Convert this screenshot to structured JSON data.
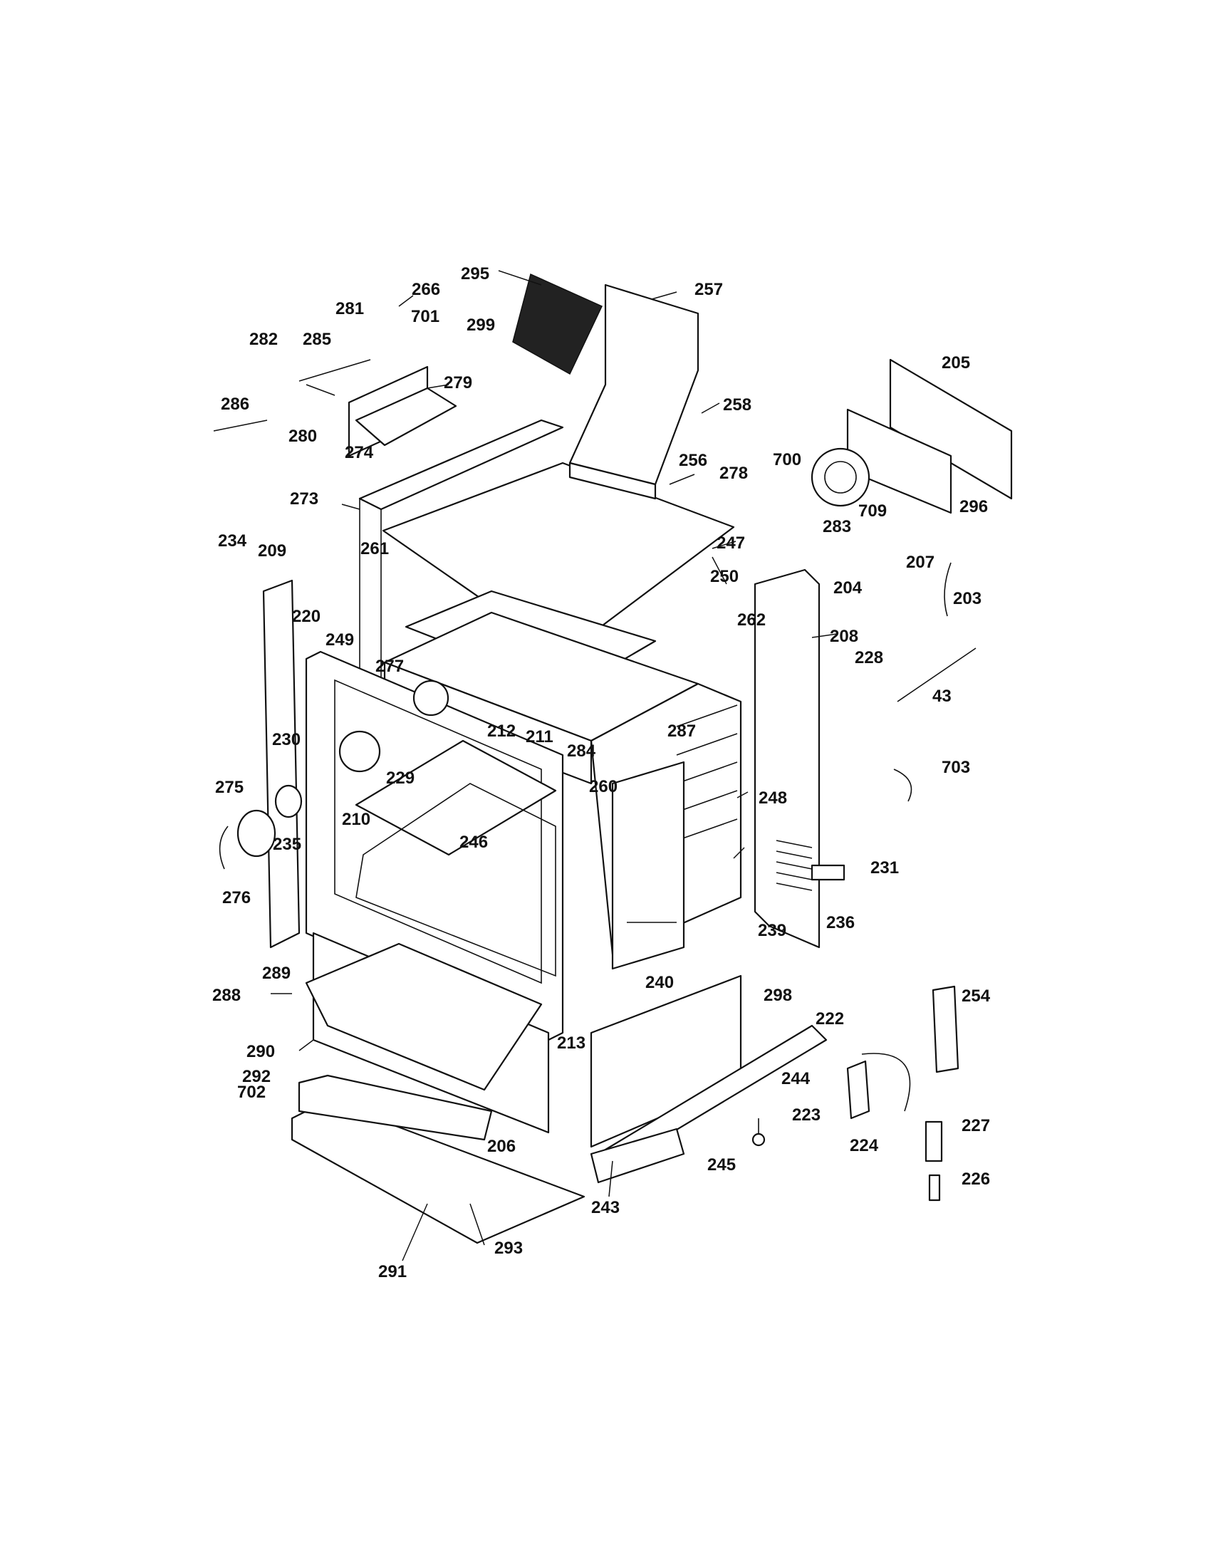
{
  "diagram": {
    "labels": [
      "295",
      "257",
      "266",
      "281",
      "701",
      "282",
      "285",
      "299",
      "286",
      "279",
      "280",
      "274",
      "258",
      "700",
      "205",
      "256",
      "278",
      "709",
      "296",
      "273",
      "234",
      "209",
      "261",
      "283",
      "247",
      "250",
      "204",
      "207",
      "203",
      "220",
      "262",
      "208",
      "228",
      "249",
      "277",
      "43",
      "212",
      "211",
      "284",
      "287",
      "230",
      "229",
      "248",
      "703",
      "275",
      "260",
      "246",
      "210",
      "235",
      "231",
      "276",
      "239",
      "236",
      "289",
      "240",
      "298",
      "288",
      "254",
      "290",
      "213",
      "222",
      "292",
      "244",
      "702",
      "223",
      "206",
      "227",
      "224",
      "245",
      "243",
      "226",
      "293",
      "291"
    ]
  }
}
